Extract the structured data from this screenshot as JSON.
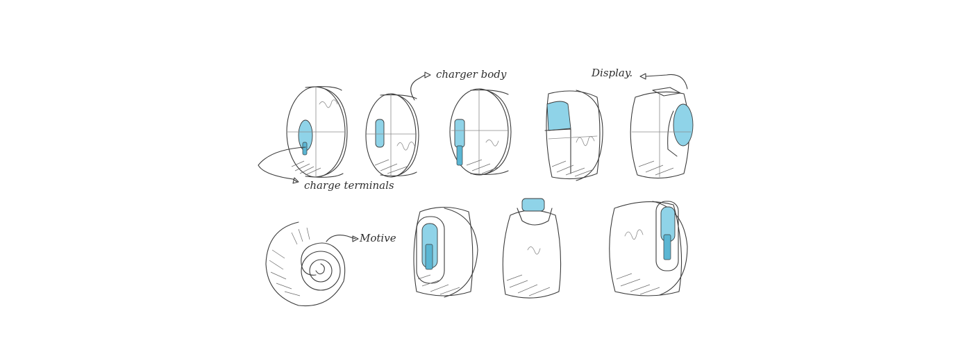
{
  "annotations": {
    "charger_body": "charger body",
    "display": "Display.",
    "charge_terminals": "charge terminals",
    "motive": "Motive"
  },
  "colors": {
    "accent": "#8fd3e8",
    "accent_dark": "#5bb6d3",
    "pencil": "#3a3a3a",
    "shade": "#e4e4e4"
  }
}
